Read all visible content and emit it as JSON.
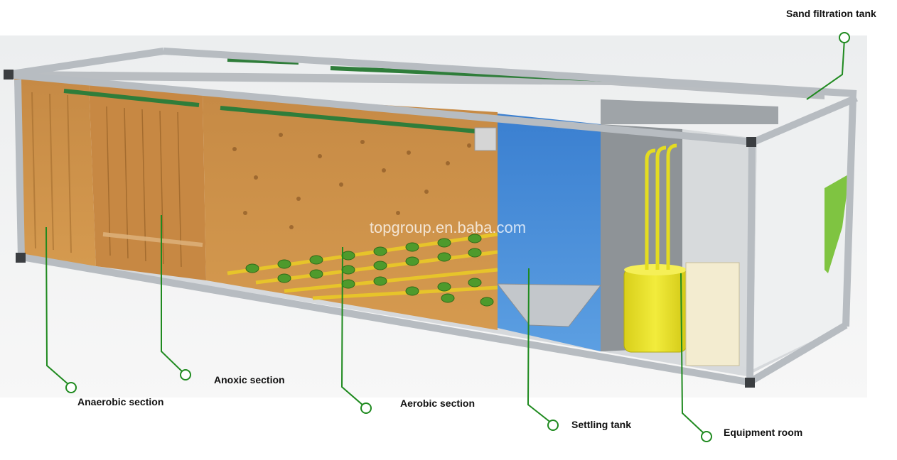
{
  "watermark": "topgroup.en.baba.com",
  "colors": {
    "leader": "#1f8a1f",
    "frame": "#c9cdd1",
    "water_orange": "#c98a3e",
    "settling_blue": "#3f86d6",
    "yellow_tank": "#e8e22a",
    "accent_green": "#7fc441"
  },
  "labels": {
    "sand_filtration": "Sand filtration tank",
    "anaerobic": "Anaerobic section",
    "anoxic": "Anoxic section",
    "aerobic": "Aerobic section",
    "settling": "Settling tank",
    "equipment": "Equipment room"
  }
}
